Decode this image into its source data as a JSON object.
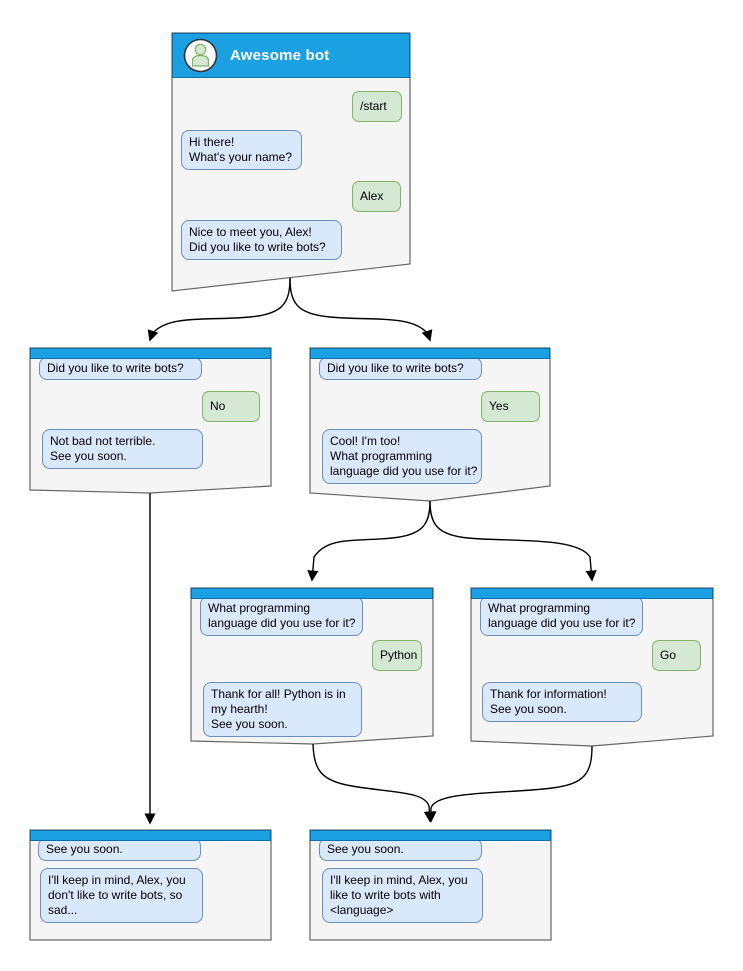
{
  "diagram_title": "Awesome bot",
  "windows": {
    "main": {
      "title": "Awesome bot",
      "messages": [
        {
          "from": "user",
          "text": "/start"
        },
        {
          "from": "bot",
          "text": "Hi there!\nWhat's your name?"
        },
        {
          "from": "user",
          "text": "Alex"
        },
        {
          "from": "bot",
          "text": "Nice to meet you, Alex!\nDid you like to write bots?"
        }
      ]
    },
    "branch_no": {
      "messages": [
        {
          "from": "bot",
          "text": "Did you like to write bots?"
        },
        {
          "from": "user",
          "text": "No"
        },
        {
          "from": "bot",
          "text": "Not bad not terrible.\nSee you soon."
        }
      ]
    },
    "branch_yes": {
      "messages": [
        {
          "from": "bot",
          "text": "Did you like to write bots?"
        },
        {
          "from": "user",
          "text": "Yes"
        },
        {
          "from": "bot",
          "text": "Cool! I'm too!\nWhat programming\nlanguage did you use for it?"
        }
      ]
    },
    "branch_python": {
      "messages": [
        {
          "from": "bot",
          "text": "What programming\nlanguage did you use for it?"
        },
        {
          "from": "user",
          "text": "Python"
        },
        {
          "from": "bot",
          "text": "Thank for all! Python is in\nmy hearth!\nSee you soon."
        }
      ]
    },
    "branch_go": {
      "messages": [
        {
          "from": "bot",
          "text": "What programming\nlanguage did you use for it?"
        },
        {
          "from": "user",
          "text": "Go"
        },
        {
          "from": "bot",
          "text": "Thank for information!\nSee you soon."
        }
      ]
    },
    "end_no": {
      "messages": [
        {
          "from": "bot",
          "text": "See you soon."
        },
        {
          "from": "bot",
          "text": "I'll keep in mind, Alex, you\ndon't like to write bots, so\nsad..."
        }
      ]
    },
    "end_yes": {
      "messages": [
        {
          "from": "bot",
          "text": "See you soon."
        },
        {
          "from": "bot",
          "text": "I'll keep in mind, Alex, you\nlike to write bots with\n<language>"
        }
      ]
    }
  },
  "icons": {
    "avatar": "person-icon",
    "connector_end": "arrowhead-icon"
  },
  "colors": {
    "header_fill": "#1ba1e2",
    "header_border": "#006eaf",
    "window_fill": "#f5f5f5",
    "window_border": "#666666",
    "bot_bubble_fill": "#dae8fc",
    "bot_bubble_border": "#6c8ebf",
    "user_bubble_fill": "#d5e8d4",
    "user_bubble_border": "#82b366",
    "connector": "#000000",
    "title_text": "#ffffff",
    "bubble_text": "#000000"
  }
}
